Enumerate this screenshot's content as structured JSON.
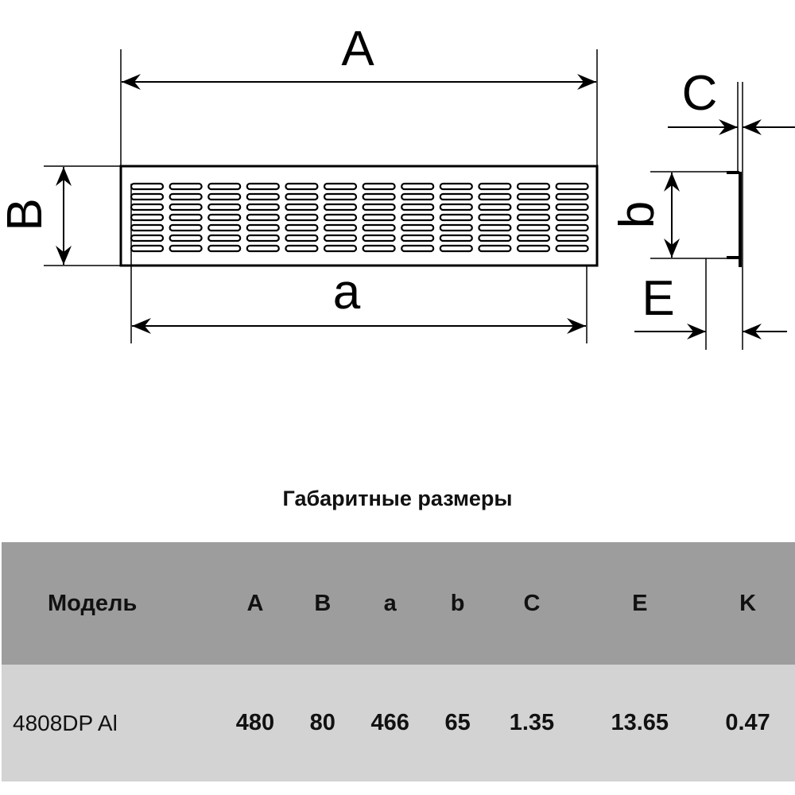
{
  "drawing": {
    "labels": {
      "A": "A",
      "B": "B",
      "a": "a",
      "b": "b",
      "C": "C",
      "E": "E"
    },
    "grille_columns": 12,
    "grille_rows": 7
  },
  "title": "Габаритные размеры",
  "table": {
    "headers": [
      "Модель",
      "A",
      "B",
      "a",
      "b",
      "C",
      "E",
      "K"
    ],
    "rows": [
      [
        "4808DP Al",
        "480",
        "80",
        "466",
        "65",
        "1.35",
        "13.65",
        "0.47"
      ]
    ]
  }
}
